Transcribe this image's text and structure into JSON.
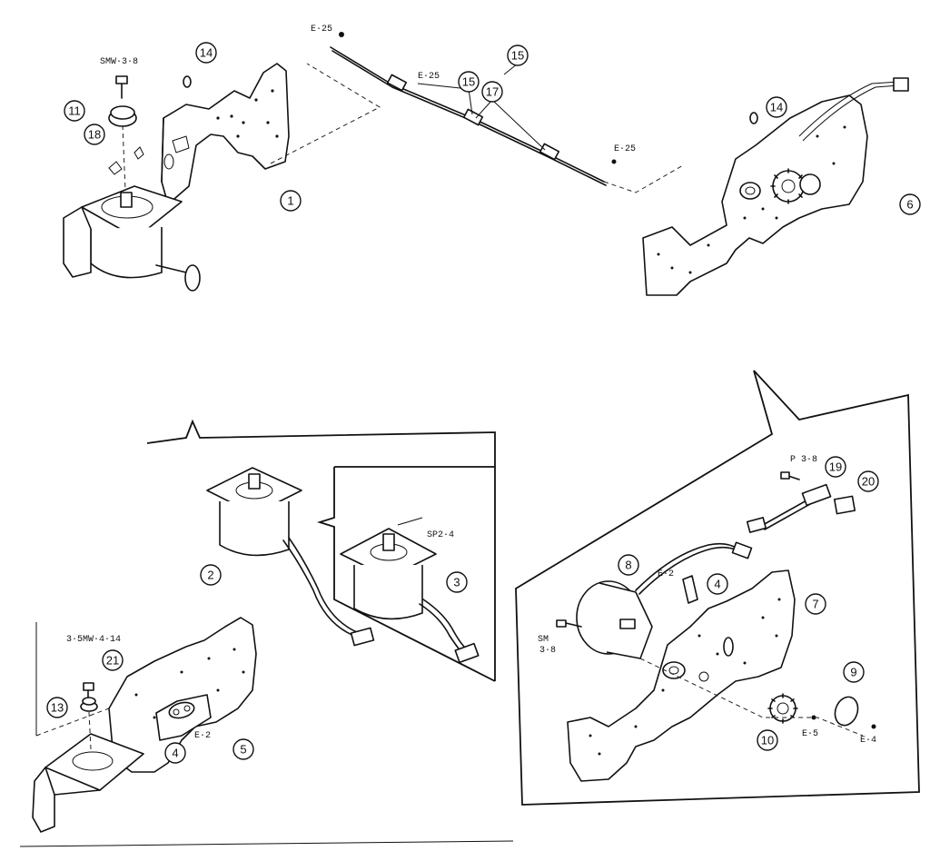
{
  "callouts": {
    "c1": "1",
    "c2": "2",
    "c3": "3",
    "c4a": "4",
    "c4b": "4",
    "c5": "5",
    "c6": "6",
    "c7": "7",
    "c8": "8",
    "c9": "9",
    "c10": "10",
    "c11": "11",
    "c13": "13",
    "c14a": "14",
    "c14b": "14",
    "c15a": "15",
    "c15b": "15",
    "c17": "17",
    "c18": "18",
    "c19": "19",
    "c20": "20",
    "c21": "21"
  },
  "labels": {
    "smw38": "SMW·3·8",
    "e25a": "E·25",
    "e25b": "E·25",
    "e25c": "E·25",
    "sp24": "SP2·4",
    "smw414": "3·5MW·4·14",
    "e2a": "E·2",
    "e2b": "E·2",
    "p38": "P 3·8",
    "sm": "SM",
    "sm38": "3·8",
    "e5": "E·5",
    "e4": "E·4"
  }
}
